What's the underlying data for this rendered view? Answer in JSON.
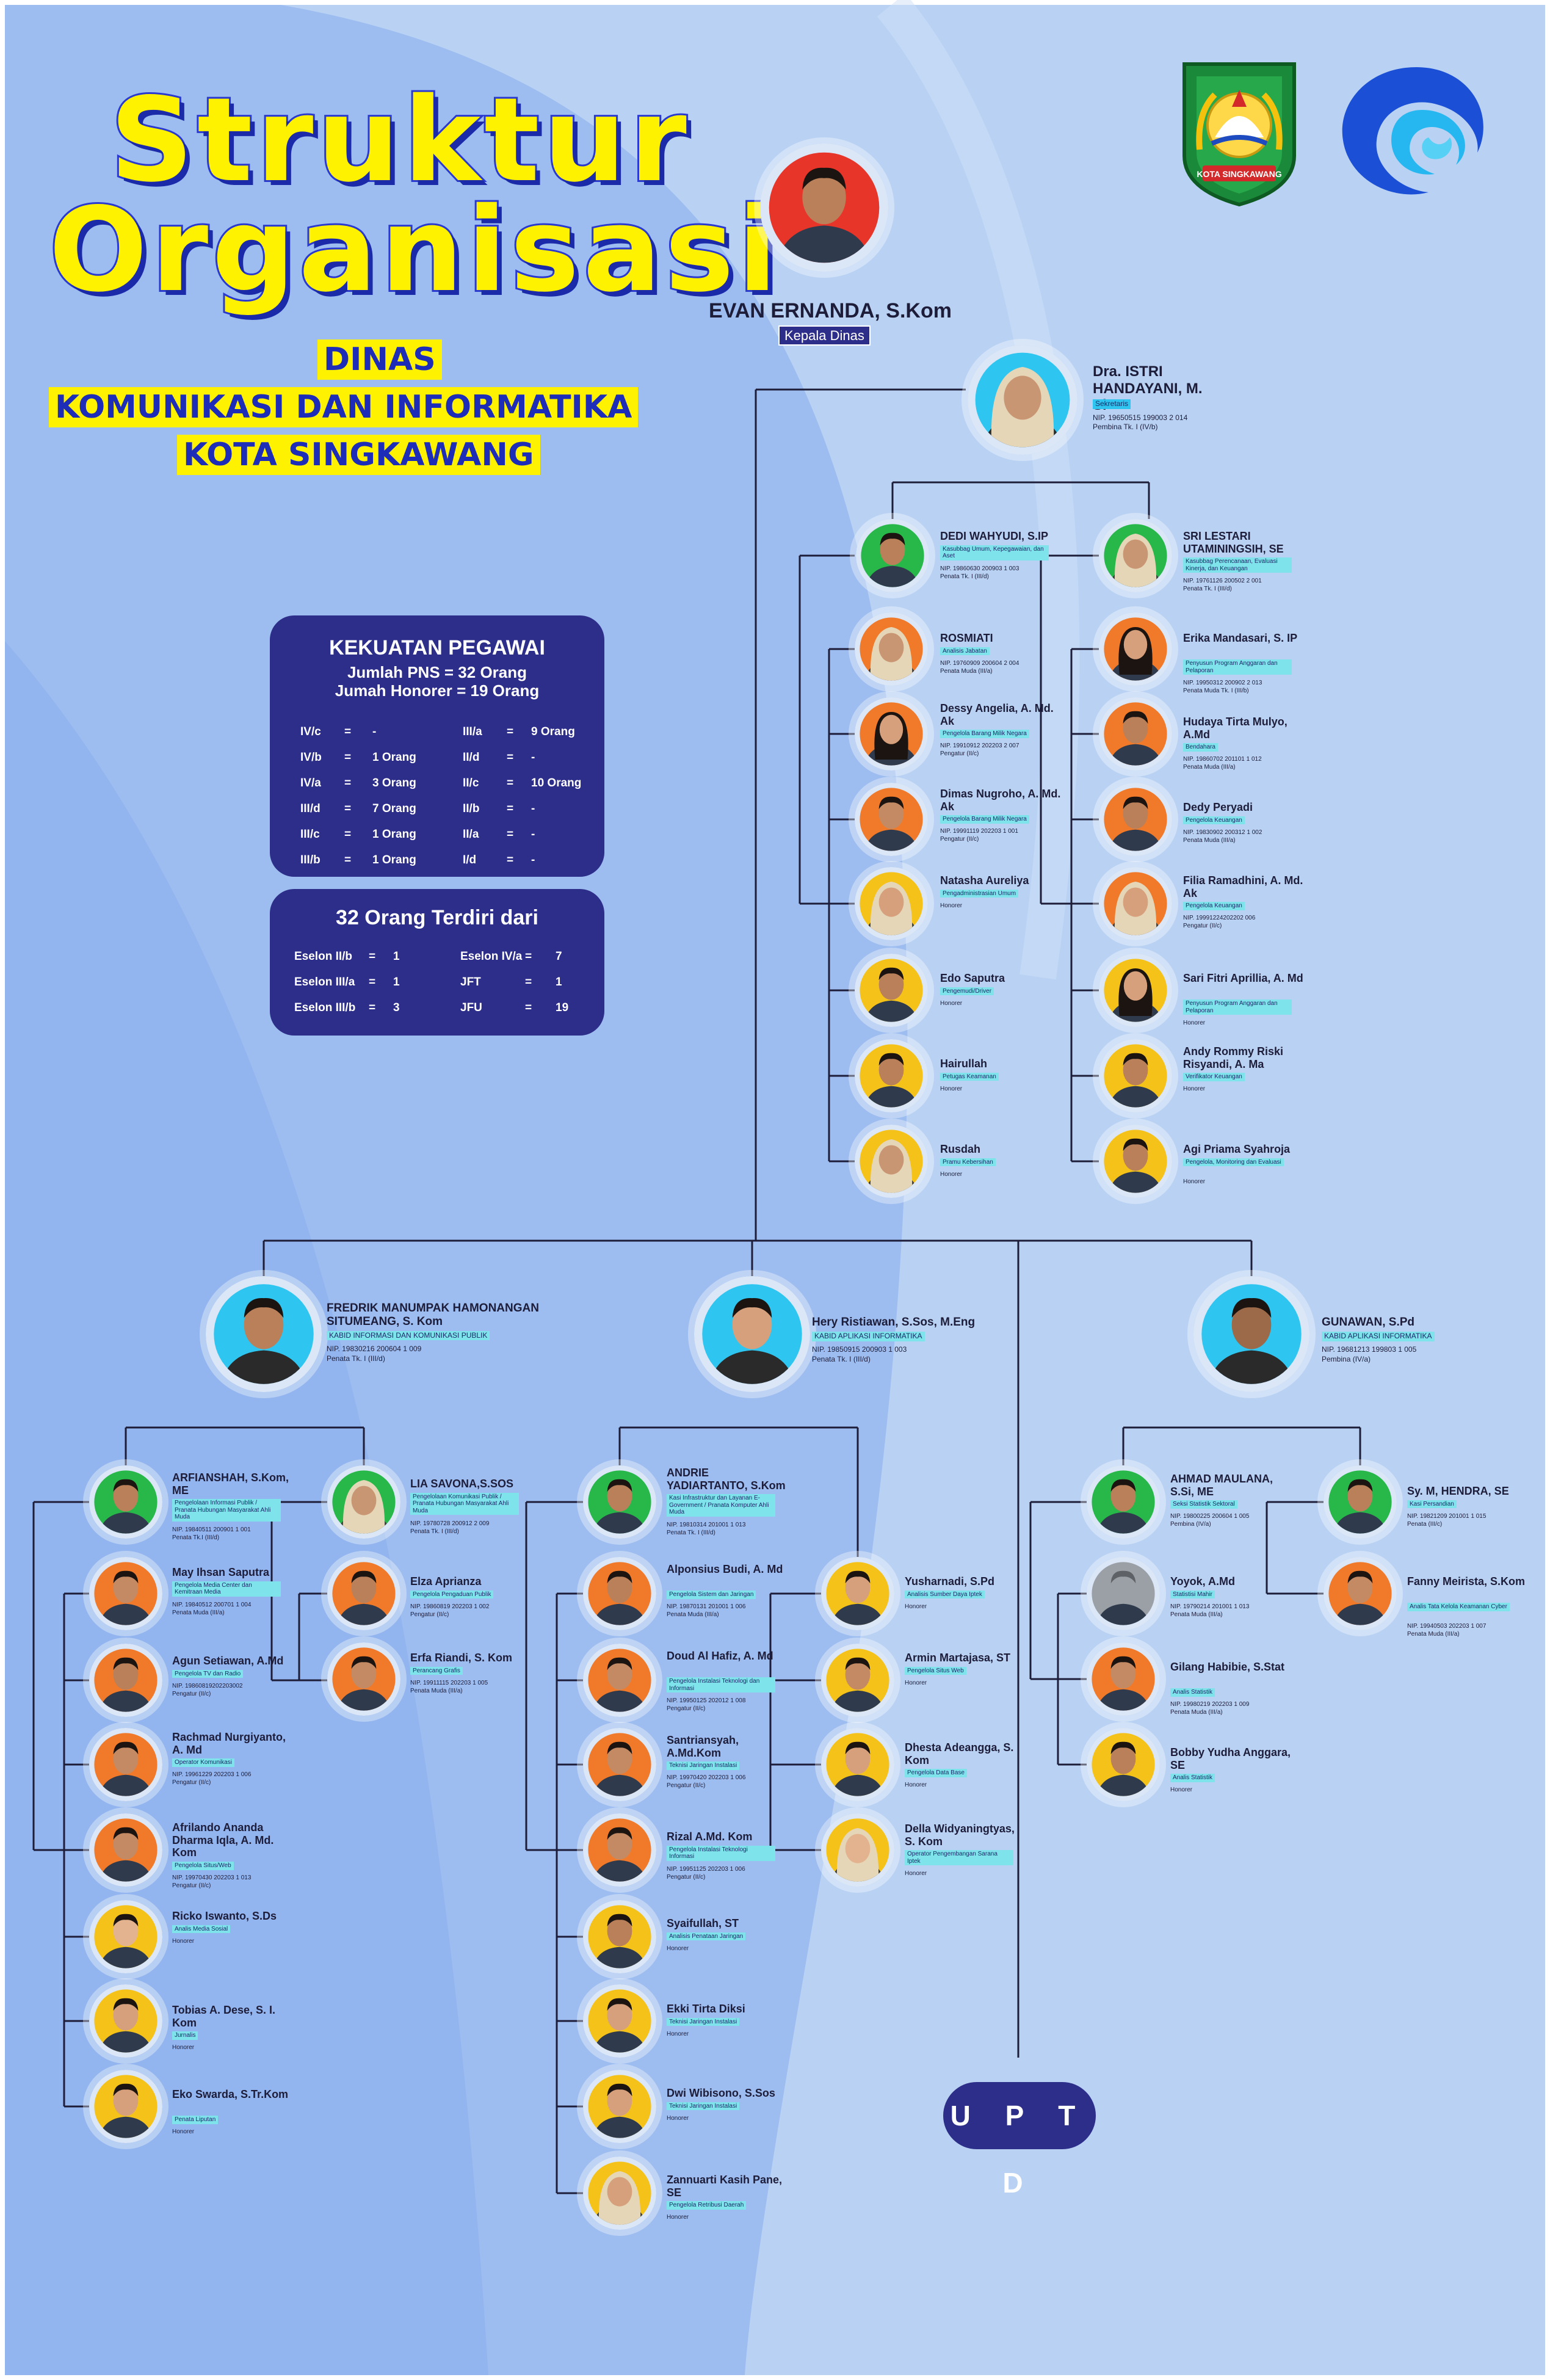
{
  "header": {
    "title_line1": "Struktur",
    "title_line2": "Organisasi",
    "subtitle_line1": "DINAS",
    "subtitle_line2": "KOMUNIKASI DAN INFORMATIKA",
    "subtitle_line3": "KOTA SINGKAWANG",
    "city_logo_label": "KOTA SINGKAWANG"
  },
  "colors": {
    "title_fill": "#fff200",
    "title_stroke": "#2a3ad0",
    "panel": "#2d2d8a",
    "role_badge": "#7fe3ec",
    "bg_light": "#b9d2f3",
    "bg_mid": "#9dbdf0",
    "connector": "#1d1d3a"
  },
  "kekuatan": {
    "title": "KEKUATAN PEGAWAI",
    "line1": "Jumlah PNS = 32 Orang",
    "line2": "Jumah Honorer = 19 Orang",
    "rows": [
      {
        "g1": "IV/c",
        "eq1": "=",
        "v1": "-",
        "g2": "III/a",
        "eq2": "=",
        "v2": "9 Orang"
      },
      {
        "g1": "IV/b",
        "eq1": "=",
        "v1": "1 Orang",
        "g2": "II/d",
        "eq2": "=",
        "v2": "-"
      },
      {
        "g1": "IV/a",
        "eq1": "=",
        "v1": "3 Orang",
        "g2": "II/c",
        "eq2": "=",
        "v2": "10 Orang"
      },
      {
        "g1": "III/d",
        "eq1": "=",
        "v1": "7 Orang",
        "g2": "II/b",
        "eq2": "=",
        "v2": "-"
      },
      {
        "g1": "III/c",
        "eq1": "=",
        "v1": "1 Orang",
        "g2": "II/a",
        "eq2": "=",
        "v2": "-"
      },
      {
        "g1": "III/b",
        "eq1": "=",
        "v1": "1 Orang",
        "g2": "I/d",
        "eq2": "=",
        "v2": "-"
      }
    ]
  },
  "terdiri": {
    "title": "32 Orang Terdiri dari",
    "rows": [
      {
        "k1": "Eselon II/b",
        "eq1": "=",
        "v1": "1",
        "k2": "Eselon IV/a",
        "eq2": "=",
        "v2": "7"
      },
      {
        "k1": "Eselon III/a",
        "eq1": "=",
        "v1": "1",
        "k2": "JFT",
        "eq2": "=",
        "v2": "1"
      },
      {
        "k1": "Eselon III/b",
        "eq1": "=",
        "v1": "3",
        "k2": "JFU",
        "eq2": "=",
        "v2": "19"
      }
    ]
  },
  "uptd_label": "U P T D",
  "people": [
    {
      "id": "kadis",
      "name": "EVAN ERNANDA, S.Kom",
      "role": "Kepala Dinas",
      "meta": "",
      "ring": "#e8352a",
      "skin": "#b9805a"
    },
    {
      "id": "sekretaris",
      "name": "Dra. ISTRI HANDAYANI, M. Si",
      "role": "Sekretaris",
      "meta": "NIP. 19650515 199003 2 014\nPembina Tk. I (IV/b)",
      "ring": "#2ec6f0",
      "skin": "#c99673",
      "hijab": true
    },
    {
      "id": "dedi",
      "name": "DEDI WAHYUDI, S.IP",
      "role": "Kasubbag Umum, Kepegawaian, dan Aset",
      "meta": "NIP. 19860630 200903 1 003\nPenata Tk. I (III/d)",
      "ring": "#28b84a",
      "skin": "#b9805a"
    },
    {
      "id": "sri",
      "name": "SRI LESTARI UTAMININGSIH, SE",
      "role": "Kasubbag Perencanaan, Evaluasi Kinerja, dan Keuangan",
      "meta": "NIP. 19761126 200502 2 001\nPenata Tk. I (III/d)",
      "ring": "#28b84a",
      "skin": "#c99673",
      "hijab": true
    },
    {
      "id": "rosmiati",
      "name": "ROSMIATI",
      "role": "Analisis Jabatan",
      "meta": "NIP. 19760909 200604 2 004\nPenata Muda (III/a)",
      "ring": "#f07a2a",
      "skin": "#c99673",
      "hijab": true
    },
    {
      "id": "dessy",
      "name": "Dessy Angelia, A. Md. Ak",
      "role": "Pengelola Barang Milik Negara",
      "meta": "NIP. 19910912 202203 2 007\nPengatur (II/c)",
      "ring": "#f07a2a",
      "skin": "#d6a07c",
      "longhair": true
    },
    {
      "id": "dimas",
      "name": "Dimas Nugroho, A. Md. Ak",
      "role": "Pengelola Barang Milik Negara",
      "meta": "NIP. 19991119 202203 1 001\nPengatur (II/c)",
      "ring": "#f07a2a",
      "skin": "#c48a64"
    },
    {
      "id": "natasha",
      "name": "Natasha Aureliya",
      "role": "Pengadministrasian Umum",
      "meta": "Honorer",
      "ring": "#f5c21a",
      "skin": "#d6a07c",
      "hijab": true
    },
    {
      "id": "edo",
      "name": "Edo Saputra",
      "role": "Pengemudi/Driver",
      "meta": "Honorer",
      "ring": "#f5c21a",
      "skin": "#b9805a"
    },
    {
      "id": "hairullah",
      "name": "Hairullah",
      "role": "Petugas Keamanan",
      "meta": "Honorer",
      "ring": "#f5c21a",
      "skin": "#b9805a"
    },
    {
      "id": "rusdah",
      "name": "Rusdah",
      "role": "Pramu Kebersihan",
      "meta": "Honorer",
      "ring": "#f5c21a",
      "skin": "#c99673",
      "hijab": true
    },
    {
      "id": "erika",
      "name": "Erika Mandasari, S. IP",
      "role": "Penyusun Program Anggaran dan Pelaporan",
      "meta": "NIP. 19950312 200902 2 013\nPenata Muda Tk. I (III/b)",
      "ring": "#f07a2a",
      "skin": "#d6a07c",
      "longhair": true
    },
    {
      "id": "hudaya",
      "name": "Hudaya Tirta Mulyo, A.Md",
      "role": "Bendahara",
      "meta": "NIP. 19860702 201101 1 012\nPenata Muda (III/a)",
      "ring": "#f07a2a",
      "skin": "#b9805a"
    },
    {
      "id": "dedy",
      "name": "Dedy Peryadi",
      "role": "Pengelola Keuangan",
      "meta": "NIP. 19830902 200312 1 002\nPenata Muda (III/a)",
      "ring": "#f07a2a",
      "skin": "#b9805a"
    },
    {
      "id": "filia",
      "name": "Filia Ramadhini, A. Md. Ak",
      "role": "Pengelola Keuangan",
      "meta": "NIP. 19991224202202 006\nPengatur (II/c)",
      "ring": "#f07a2a",
      "skin": "#d6a07c",
      "hijab": true
    },
    {
      "id": "sari",
      "name": "Sari Fitri Aprillia, A. Md",
      "role": "Penyusun Program Anggaran dan Pelaporan",
      "meta": "Honorer",
      "ring": "#f5c21a",
      "skin": "#d6a07c",
      "longhair": true
    },
    {
      "id": "andy",
      "name": "Andy Rommy Riski Risyandi, A. Ma",
      "role": "Verifikator Keuangan",
      "meta": "Honorer",
      "ring": "#f5c21a",
      "skin": "#b9805a"
    },
    {
      "id": "agi",
      "name": "Agi Priama Syahroja",
      "role": "Pengelola, Monitoring dan Evaluasi",
      "meta": "Honorer",
      "ring": "#f5c21a",
      "skin": "#b9805a"
    },
    {
      "id": "fredrik",
      "name": "FREDRIK MANUMPAK HAMONANGAN SITUMEANG, S. Kom",
      "role": "KABID INFORMASI DAN KOMUNIKASI PUBLIK",
      "meta": "NIP. 19830216 200604 1 009\nPenata Tk. I (III/d)",
      "ring": "#2ec6f0",
      "skin": "#b9805a"
    },
    {
      "id": "hery",
      "name": "Hery Ristiawan, S.Sos, M.Eng",
      "role": "KABID APLIKASI INFORMATIKA",
      "meta": "NIP. 19850915 200903 1 003\nPenata Tk. I (III/d)",
      "ring": "#2ec6f0",
      "skin": "#d6a07c"
    },
    {
      "id": "gunawan",
      "name": "GUNAWAN, S.Pd",
      "role": "KABID APLIKASI INFORMATIKA",
      "meta": "NIP. 19681213 199803 1 005\nPembina (IV/a)",
      "ring": "#2ec6f0",
      "skin": "#9c6a48"
    },
    {
      "id": "arfianshah",
      "name": "ARFIANSHAH, S.Kom, ME",
      "role": "Pengelolaan Informasi Publik / Pranata Hubungan Masyarakat Ahli Muda",
      "meta": "NIP. 19840511 200901 1 001\nPenata Tk.I (III/d)",
      "ring": "#28b84a",
      "skin": "#b9805a"
    },
    {
      "id": "lia",
      "name": "LIA SAVONA,S.SOS",
      "role": "Pengelolaan Komunikasi Publik / Pranata Hubungan Masyarakat Ahli Muda",
      "meta": "NIP. 19780728 200912 2 009\nPenata Tk. I (III/d)",
      "ring": "#28b84a",
      "skin": "#c99673",
      "hijab": true
    },
    {
      "id": "may",
      "name": "May Ihsan Saputra",
      "role": "Pengelola Media Center dan Kemitraan Media",
      "meta": "NIP. 19840512 200701 1 004\nPenata Muda (III/a)",
      "ring": "#f07a2a",
      "skin": "#c48a64"
    },
    {
      "id": "agun",
      "name": "Agun Setiawan, A.Md",
      "role": "Pengelola TV dan Radio",
      "meta": "NIP. 19860819202203002\nPengatur (II/c)",
      "ring": "#f07a2a",
      "skin": "#b9805a"
    },
    {
      "id": "rachmad",
      "name": "Rachmad Nurgiyanto, A. Md",
      "role": "Operator Komunikasi",
      "meta": "NIP. 19961229 202203 1 006\nPengatur (II/c)",
      "ring": "#f07a2a",
      "skin": "#c48a64"
    },
    {
      "id": "afrilando",
      "name": "Afrilando Ananda Dharma Iqla, A. Md. Kom",
      "role": "Pengelola Situs/Web",
      "meta": "NIP. 19970430 202203 1 013\nPengatur (II/c)",
      "ring": "#f07a2a",
      "skin": "#c48a64"
    },
    {
      "id": "ricko",
      "name": "Ricko Iswanto, S.Ds",
      "role": "Analis Media Sosial",
      "meta": "Honorer",
      "ring": "#f5c21a",
      "skin": "#e3b38f"
    },
    {
      "id": "tobias",
      "name": "Tobias A. Dese, S. I. Kom",
      "role": "Jurnalis",
      "meta": "Honorer",
      "ring": "#f5c21a",
      "skin": "#d6a07c"
    },
    {
      "id": "eko",
      "name": "Eko Swarda, S.Tr.Kom",
      "role": "Penata Liputan",
      "meta": "Honorer",
      "ring": "#f5c21a",
      "skin": "#d6a07c"
    },
    {
      "id": "elza",
      "name": "Elza Aprianza",
      "role": "Pengelola Pengaduan Publik",
      "meta": "NIP. 19860819 202203 1 002\nPengatur (II/c)",
      "ring": "#f07a2a",
      "skin": "#b9805a"
    },
    {
      "id": "erfa",
      "name": "Erfa Riandi, S. Kom",
      "role": "Perancang Grafis",
      "meta": "NIP. 19911115 202203 1 005\nPenata Muda (III/a)",
      "ring": "#f07a2a",
      "skin": "#c48a64"
    },
    {
      "id": "andrie",
      "name": "ANDRIE YADIARTANTO, S.Kom",
      "role": "Kasi Infrastruktur dan Layanan E-Government / Pranata Komputer Ahli Muda",
      "meta": "NIP. 19810314 201001 1 013\nPenata Tk. I (III/d)",
      "ring": "#28b84a",
      "skin": "#b9805a"
    },
    {
      "id": "alponsius",
      "name": "Alponsius Budi, A. Md",
      "role": "Pengelola Sistem dan Jaringan",
      "meta": "NIP. 19870131 201001 1 006\nPenata Muda (III/a)",
      "ring": "#f07a2a",
      "skin": "#b9805a"
    },
    {
      "id": "doud",
      "name": "Doud Al Hafiz, A. Md",
      "role": "Pengelola Instalasi Teknologi dan Informasi",
      "meta": "NIP. 19950125 202012 1 008\nPengatur (II/c)",
      "ring": "#f07a2a",
      "skin": "#c48a64"
    },
    {
      "id": "santriansyah",
      "name": "Santriansyah, A.Md.Kom",
      "role": "Teknisi Jaringan Instalasi",
      "meta": "NIP. 19970420 202203 1 006\nPengatur (II/c)",
      "ring": "#f07a2a",
      "skin": "#c48a64"
    },
    {
      "id": "rizal",
      "name": "Rizal A.Md. Kom",
      "role": "Pengelola Instalasi Teknologi Informasi",
      "meta": "NIP. 19951125 202203 1 006\nPengatur (II/c)",
      "ring": "#f07a2a",
      "skin": "#c48a64"
    },
    {
      "id": "syaifullah",
      "name": "Syaifullah, ST",
      "role": "Analisis Penataan Jaringan",
      "meta": "Honorer",
      "ring": "#f5c21a",
      "skin": "#b9805a"
    },
    {
      "id": "ekki",
      "name": "Ekki Tirta Diksi",
      "role": "Teknisi Jaringan Instalasi",
      "meta": "Honorer",
      "ring": "#f5c21a",
      "skin": "#d6a07c"
    },
    {
      "id": "dwi",
      "name": "Dwi Wibisono, S.Sos",
      "role": "Teknisi Jaringan Instalasi",
      "meta": "Honorer",
      "ring": "#f5c21a",
      "skin": "#d6a07c"
    },
    {
      "id": "zannuarti",
      "name": "Zannuarti Kasih Pane, SE",
      "role": "Pengelola Retribusi Daerah",
      "meta": "Honorer",
      "ring": "#f5c21a",
      "skin": "#d6a07c",
      "hijab": true
    },
    {
      "id": "yusharnadi",
      "name": "Yusharnadi, S.Pd",
      "role": "Analisis Sumber Daya Iptek",
      "meta": "Honorer",
      "ring": "#f5c21a",
      "skin": "#d6a07c"
    },
    {
      "id": "armin",
      "name": "Armin Martajasa, ST",
      "role": "Pengelola Situs Web",
      "meta": "Honorer",
      "ring": "#f5c21a",
      "skin": "#c48a64"
    },
    {
      "id": "dhesta",
      "name": "Dhesta Adeangga, S. Kom",
      "role": "Pengelola Data Base",
      "meta": "Honorer",
      "ring": "#f5c21a",
      "skin": "#d6a07c"
    },
    {
      "id": "della",
      "name": "Della Widyaningtyas, S. Kom",
      "role": "Operator Pengembangan Sarana Iptek",
      "meta": "Honorer",
      "ring": "#f5c21a",
      "skin": "#e3b38f",
      "hijab": true
    },
    {
      "id": "ahmad",
      "name": "AHMAD MAULANA, S.Si, ME",
      "role": "Seksi Statistik Sektoral",
      "meta": "NIP. 19800225 200604 1 005\nPembina (IV/a)",
      "ring": "#28b84a",
      "skin": "#b9805a"
    },
    {
      "id": "symhendra",
      "name": "Sy. M, HENDRA, SE",
      "role": "Kasi Persandian",
      "meta": "NIP. 19821209 201001 1 015\nPenata (III/c)",
      "ring": "#28b84a",
      "skin": "#b9805a"
    },
    {
      "id": "yoyok",
      "name": "Yoyok, A.Md",
      "role": "Statistisi Mahir",
      "meta": "NIP. 19790214 201001 1 013\nPenata Muda (III/a)",
      "ring": "#9aa0a6",
      "skin": "#9aa0a6"
    },
    {
      "id": "gilang",
      "name": "Gilang Habibie, S.Stat",
      "role": "Analis Statistik",
      "meta": "NIP. 19980219 202203 1 009\nPenata Muda (III/a)",
      "ring": "#f07a2a",
      "skin": "#c48a64"
    },
    {
      "id": "bobby",
      "name": "Bobby Yudha Anggara, SE",
      "role": "Analis Statistik",
      "meta": "Honorer",
      "ring": "#f5c21a",
      "skin": "#b9805a"
    },
    {
      "id": "fanny",
      "name": "Fanny Meirista, S.Kom",
      "role": "Analis Tata Kelola Keamanan Cyber",
      "meta": "NIP. 19940503 202203 1 007\nPenata Muda (III/a)",
      "ring": "#f07a2a",
      "skin": "#c48a64"
    }
  ]
}
